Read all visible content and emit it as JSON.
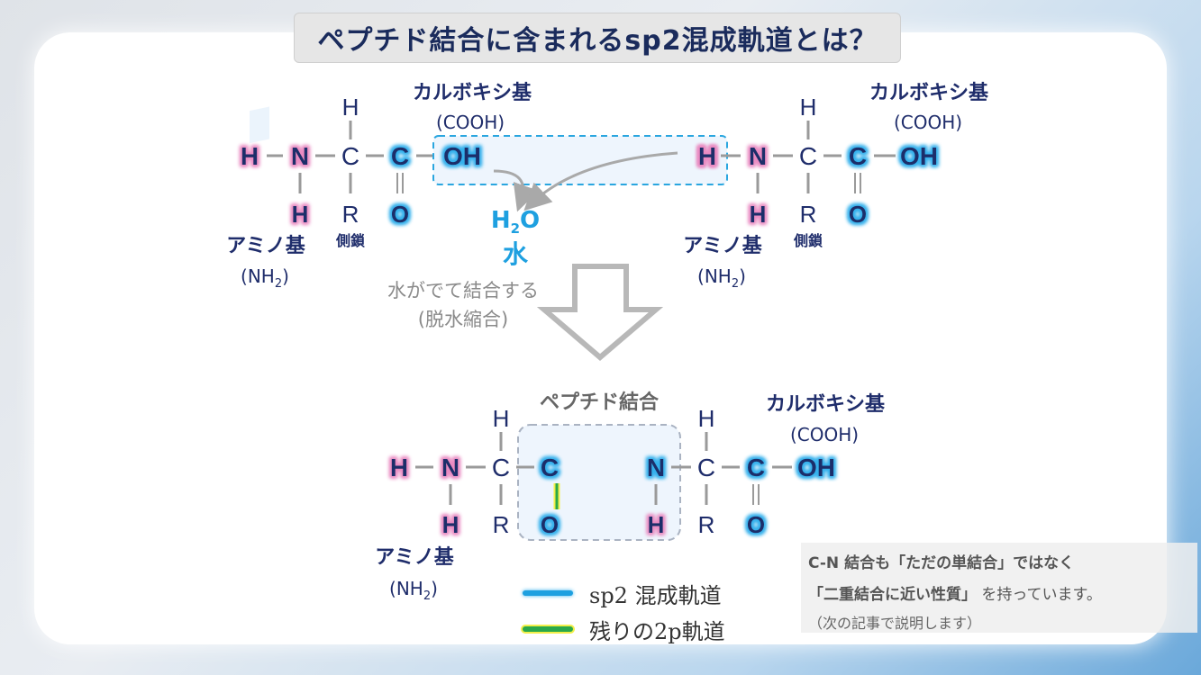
{
  "title": "ペプチド結合に含まれるsp2混成軌道とは？",
  "top": {
    "left_molecule": {
      "atoms": {
        "h_left": "H",
        "n": "N",
        "c_alpha": "C",
        "c_carbonyl": "C",
        "oh": "OH",
        "h_top": "H",
        "h_bottom": "H",
        "r": "R",
        "o": "O"
      },
      "carboxyl_label": "カルボキシ基",
      "carboxyl_formula": "(COOH)",
      "amino_label": "アミノ基",
      "amino_formula_prefix": "(NH",
      "amino_formula_sub": "2",
      "amino_formula_suffix": ")",
      "side_chain_label": "側鎖"
    },
    "right_molecule": {
      "atoms": {
        "h_left": "H",
        "n": "N",
        "c_alpha": "C",
        "c_carbonyl": "C",
        "oh": "OH",
        "h_top": "H",
        "h_bottom": "H",
        "r": "R",
        "o": "O"
      },
      "carboxyl_label": "カルボキシ基",
      "carboxyl_formula": "(COOH)",
      "amino_label": "アミノ基",
      "amino_formula_prefix": "(NH",
      "amino_formula_sub": "2",
      "amino_formula_suffix": ")",
      "side_chain_label": "側鎖"
    },
    "water_formula_h": "H",
    "water_formula_sub": "2",
    "water_formula_o": "O",
    "water_label": "水",
    "reaction_line1": "水がでて結合する",
    "reaction_line2": "(脱水縮合)"
  },
  "bottom": {
    "peptide_bond_label": "ペプチド結合",
    "atoms": {
      "h_left": "H",
      "n1": "N",
      "c1": "C",
      "c2": "C",
      "n2": "N",
      "c3": "C",
      "c4": "C",
      "oh": "OH",
      "h_top1": "H",
      "h_top2": "H",
      "h_bottom1": "H",
      "r1": "R",
      "o1": "O",
      "h_bottom2": "H",
      "r2": "R",
      "o2": "O"
    },
    "carboxyl_label": "カルボキシ基",
    "carboxyl_formula": "(COOH)",
    "amino_label": "アミノ基",
    "amino_formula_prefix": "(NH",
    "amino_formula_sub": "2",
    "amino_formula_suffix": ")"
  },
  "legend": {
    "sp2_label": "sp2 混成軌道",
    "p_label": "残りの2p軌道"
  },
  "note": {
    "line1": "C-N 結合も「ただの単結合」ではなく",
    "line2_bold": "「二重結合に近い性質」",
    "line2_rest": " を持っています。",
    "line3": "（次の記事で説明します）"
  },
  "colors": {
    "navy": "#1f2d6b",
    "sp2_blue": "#1da0e0",
    "pink_glow": "#e98bc2",
    "green_p": "#2aa84a",
    "yellow_glow": "#f2ef4a",
    "gray_arrow": "#b8b8b8"
  }
}
